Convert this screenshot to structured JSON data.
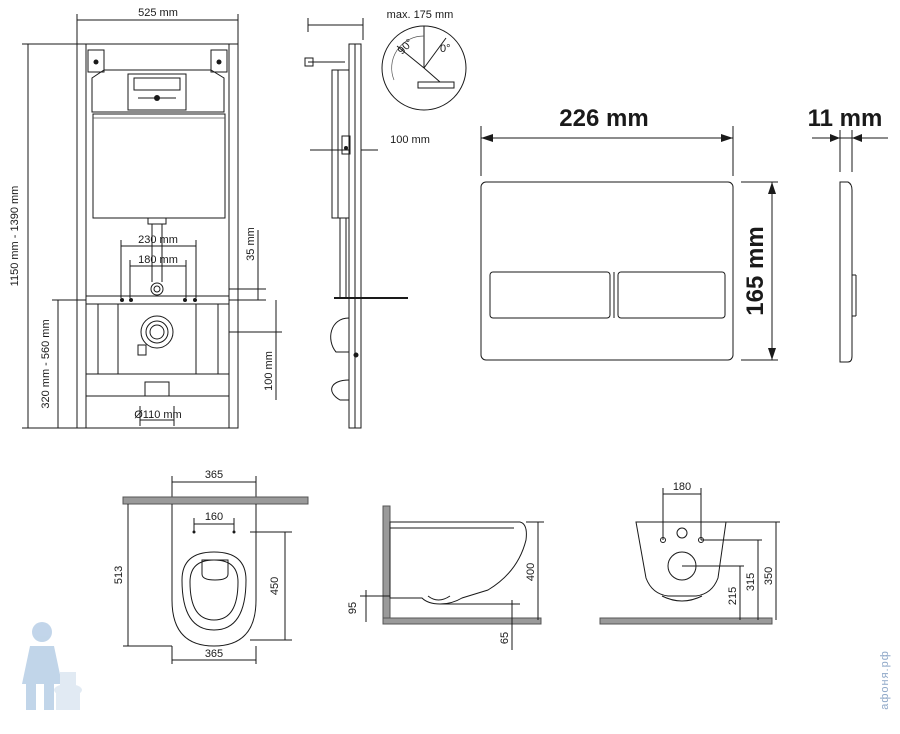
{
  "frame_dims": {
    "width": "525 mm",
    "height_range": "1150 mm - 1390 mm",
    "outlet_height_range": "320 mm - 560 mm",
    "outlet_diameter": "Ø110 mm",
    "stud_spacing_outer": "230 mm",
    "stud_spacing_inner": "180 mm",
    "stud_offset": "35 mm",
    "outlet_offset": "100 mm"
  },
  "side_dims": {
    "max_depth": "max. 175 mm",
    "depth": "100 mm",
    "angle_90": "90°",
    "angle_0": "0°"
  },
  "button_dims": {
    "width": "226 mm",
    "height": "165 mm",
    "thickness": "11 mm"
  },
  "toilet_top": {
    "top_width": "365",
    "stud": "160",
    "length": "513",
    "bowl": "450",
    "bottom_width": "365"
  },
  "toilet_side": {
    "height": "400",
    "outlet": "95",
    "base": "65"
  },
  "toilet_front": {
    "stud": "180",
    "h350": "350",
    "h315": "315",
    "h215": "215"
  },
  "watermark": "афоня.рф",
  "colors": {
    "line": "#1a1a1a",
    "gray": "#9a9a9a",
    "watermark": "#8fa8c8"
  }
}
